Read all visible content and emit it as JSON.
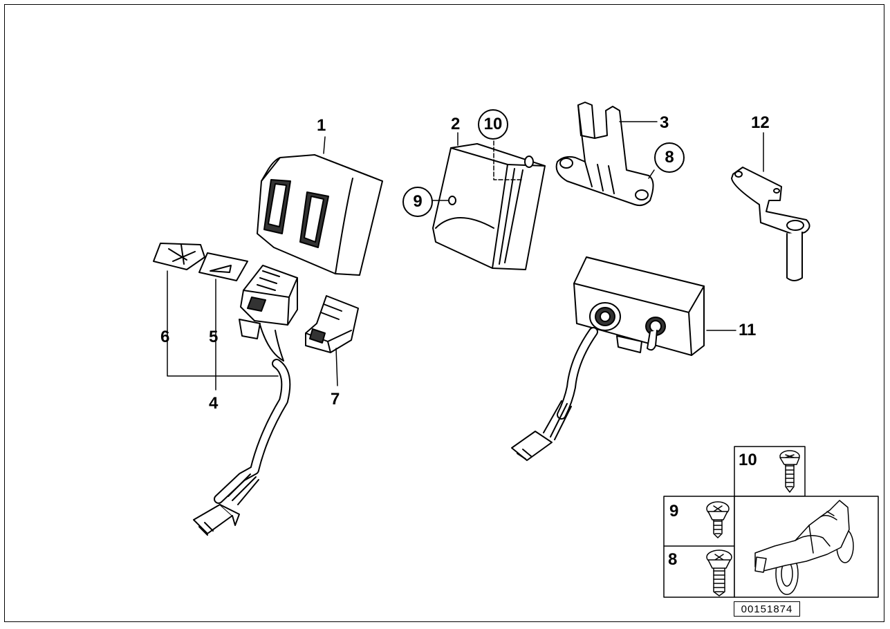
{
  "diagram": {
    "callouts": {
      "part_1": "1",
      "part_2": "2",
      "part_3": "3",
      "part_4": "4",
      "part_5": "5",
      "part_6": "6",
      "part_7": "7",
      "part_8": "8",
      "part_9": "9",
      "part_10": "10",
      "part_11": "11",
      "part_12": "12"
    },
    "legend_table": {
      "row_10": "10",
      "row_9": "9",
      "row_8": "8"
    },
    "document_number": "00151874"
  }
}
